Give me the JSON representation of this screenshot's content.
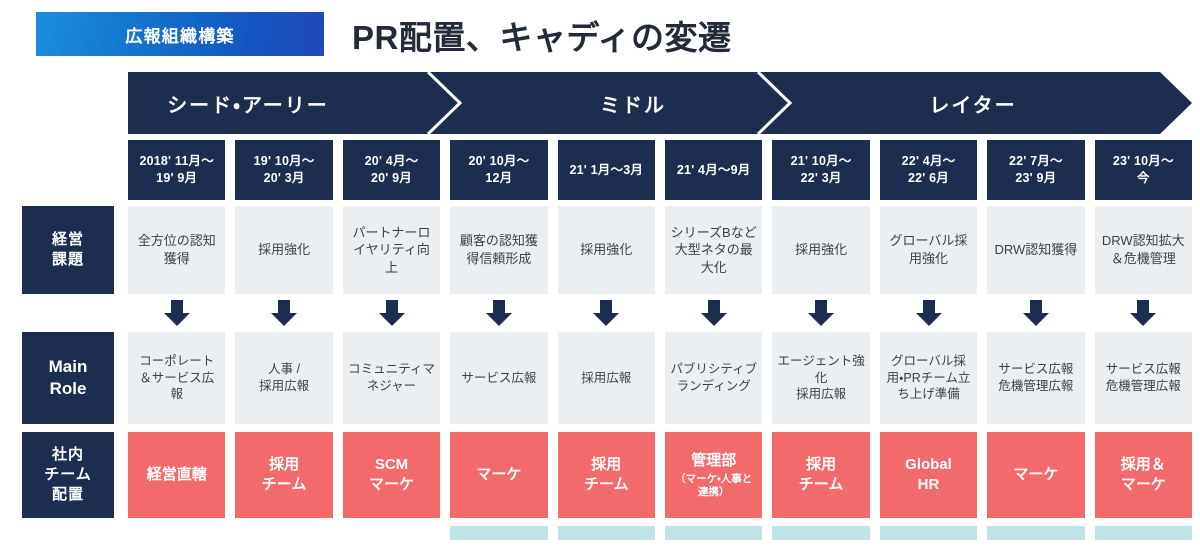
{
  "header": {
    "badge_label": "広報組織構築",
    "title": "PR配置、キャディの変遷",
    "badge_gradient_from": "#1b8ede",
    "badge_gradient_to": "#1f49b8",
    "title_color": "#232a39"
  },
  "phases": [
    {
      "label": "シード・アーリー"
    },
    {
      "label": "ミドル"
    },
    {
      "label": "レイター"
    }
  ],
  "colors": {
    "navy": "#1d2d50",
    "cell_gray": "#eceff1",
    "cell_text": "#3b4149",
    "coral": "#f26a69",
    "teal": "#bfe3e6"
  },
  "periods": [
    {
      "label": "2018' 11月～\n19' 9月"
    },
    {
      "label": "19' 10月～\n20' 3月"
    },
    {
      "label": "20' 4月～\n20' 9月"
    },
    {
      "label": "20' 10月～\n12月"
    },
    {
      "label": "21' 1月～3月"
    },
    {
      "label": "21' 4月～9月"
    },
    {
      "label": "21' 10月～\n22' 3月"
    },
    {
      "label": "22' 4月～\n22' 6月"
    },
    {
      "label": "22' 7月～\n23' 9月"
    },
    {
      "label": "23' 10月～\n今"
    }
  ],
  "rows": {
    "issue": {
      "label": "経営\n課題",
      "cells": [
        "全方位の認知獲得",
        "採用強化",
        "パートナーロイヤリティ向上",
        "顧客の認知獲得信頼形成",
        "採用強化",
        "シリーズBなど大型ネタの最大化",
        "採用強化",
        "グローバル採用強化",
        "DRW認知獲得",
        "DRW認知拡大＆危機管理"
      ]
    },
    "arrow": {
      "icon": "down-arrow",
      "count": 10
    },
    "role": {
      "label": "Main\nRole",
      "cells": [
        "コーポレート＆サービス広報",
        "人事 /\n採用広報",
        "コミュニティマネジャー",
        "サービス広報",
        "採用広報",
        "パブリシティブランディング",
        "エージェント強化\n採用広報",
        "グローバル採用・PRチーム立ち上げ準備",
        "サービス広報\n危機管理広報",
        "サービス広報\n危機管理広報"
      ]
    },
    "team": {
      "label": "社内\nチーム\n配置",
      "cells": [
        {
          "main": "経営直轄",
          "sub": ""
        },
        {
          "main": "採用\nチーム",
          "sub": ""
        },
        {
          "main": "SCM\nマーケ",
          "sub": ""
        },
        {
          "main": "マーケ",
          "sub": ""
        },
        {
          "main": "採用\nチーム",
          "sub": ""
        },
        {
          "main": "管理部",
          "sub": "（マーケ・人事と連携）"
        },
        {
          "main": "採用\nチーム",
          "sub": ""
        },
        {
          "main": "Global\nHR",
          "sub": ""
        },
        {
          "main": "マーケ",
          "sub": ""
        },
        {
          "main": "採用＆\nマーケ",
          "sub": ""
        }
      ]
    }
  }
}
